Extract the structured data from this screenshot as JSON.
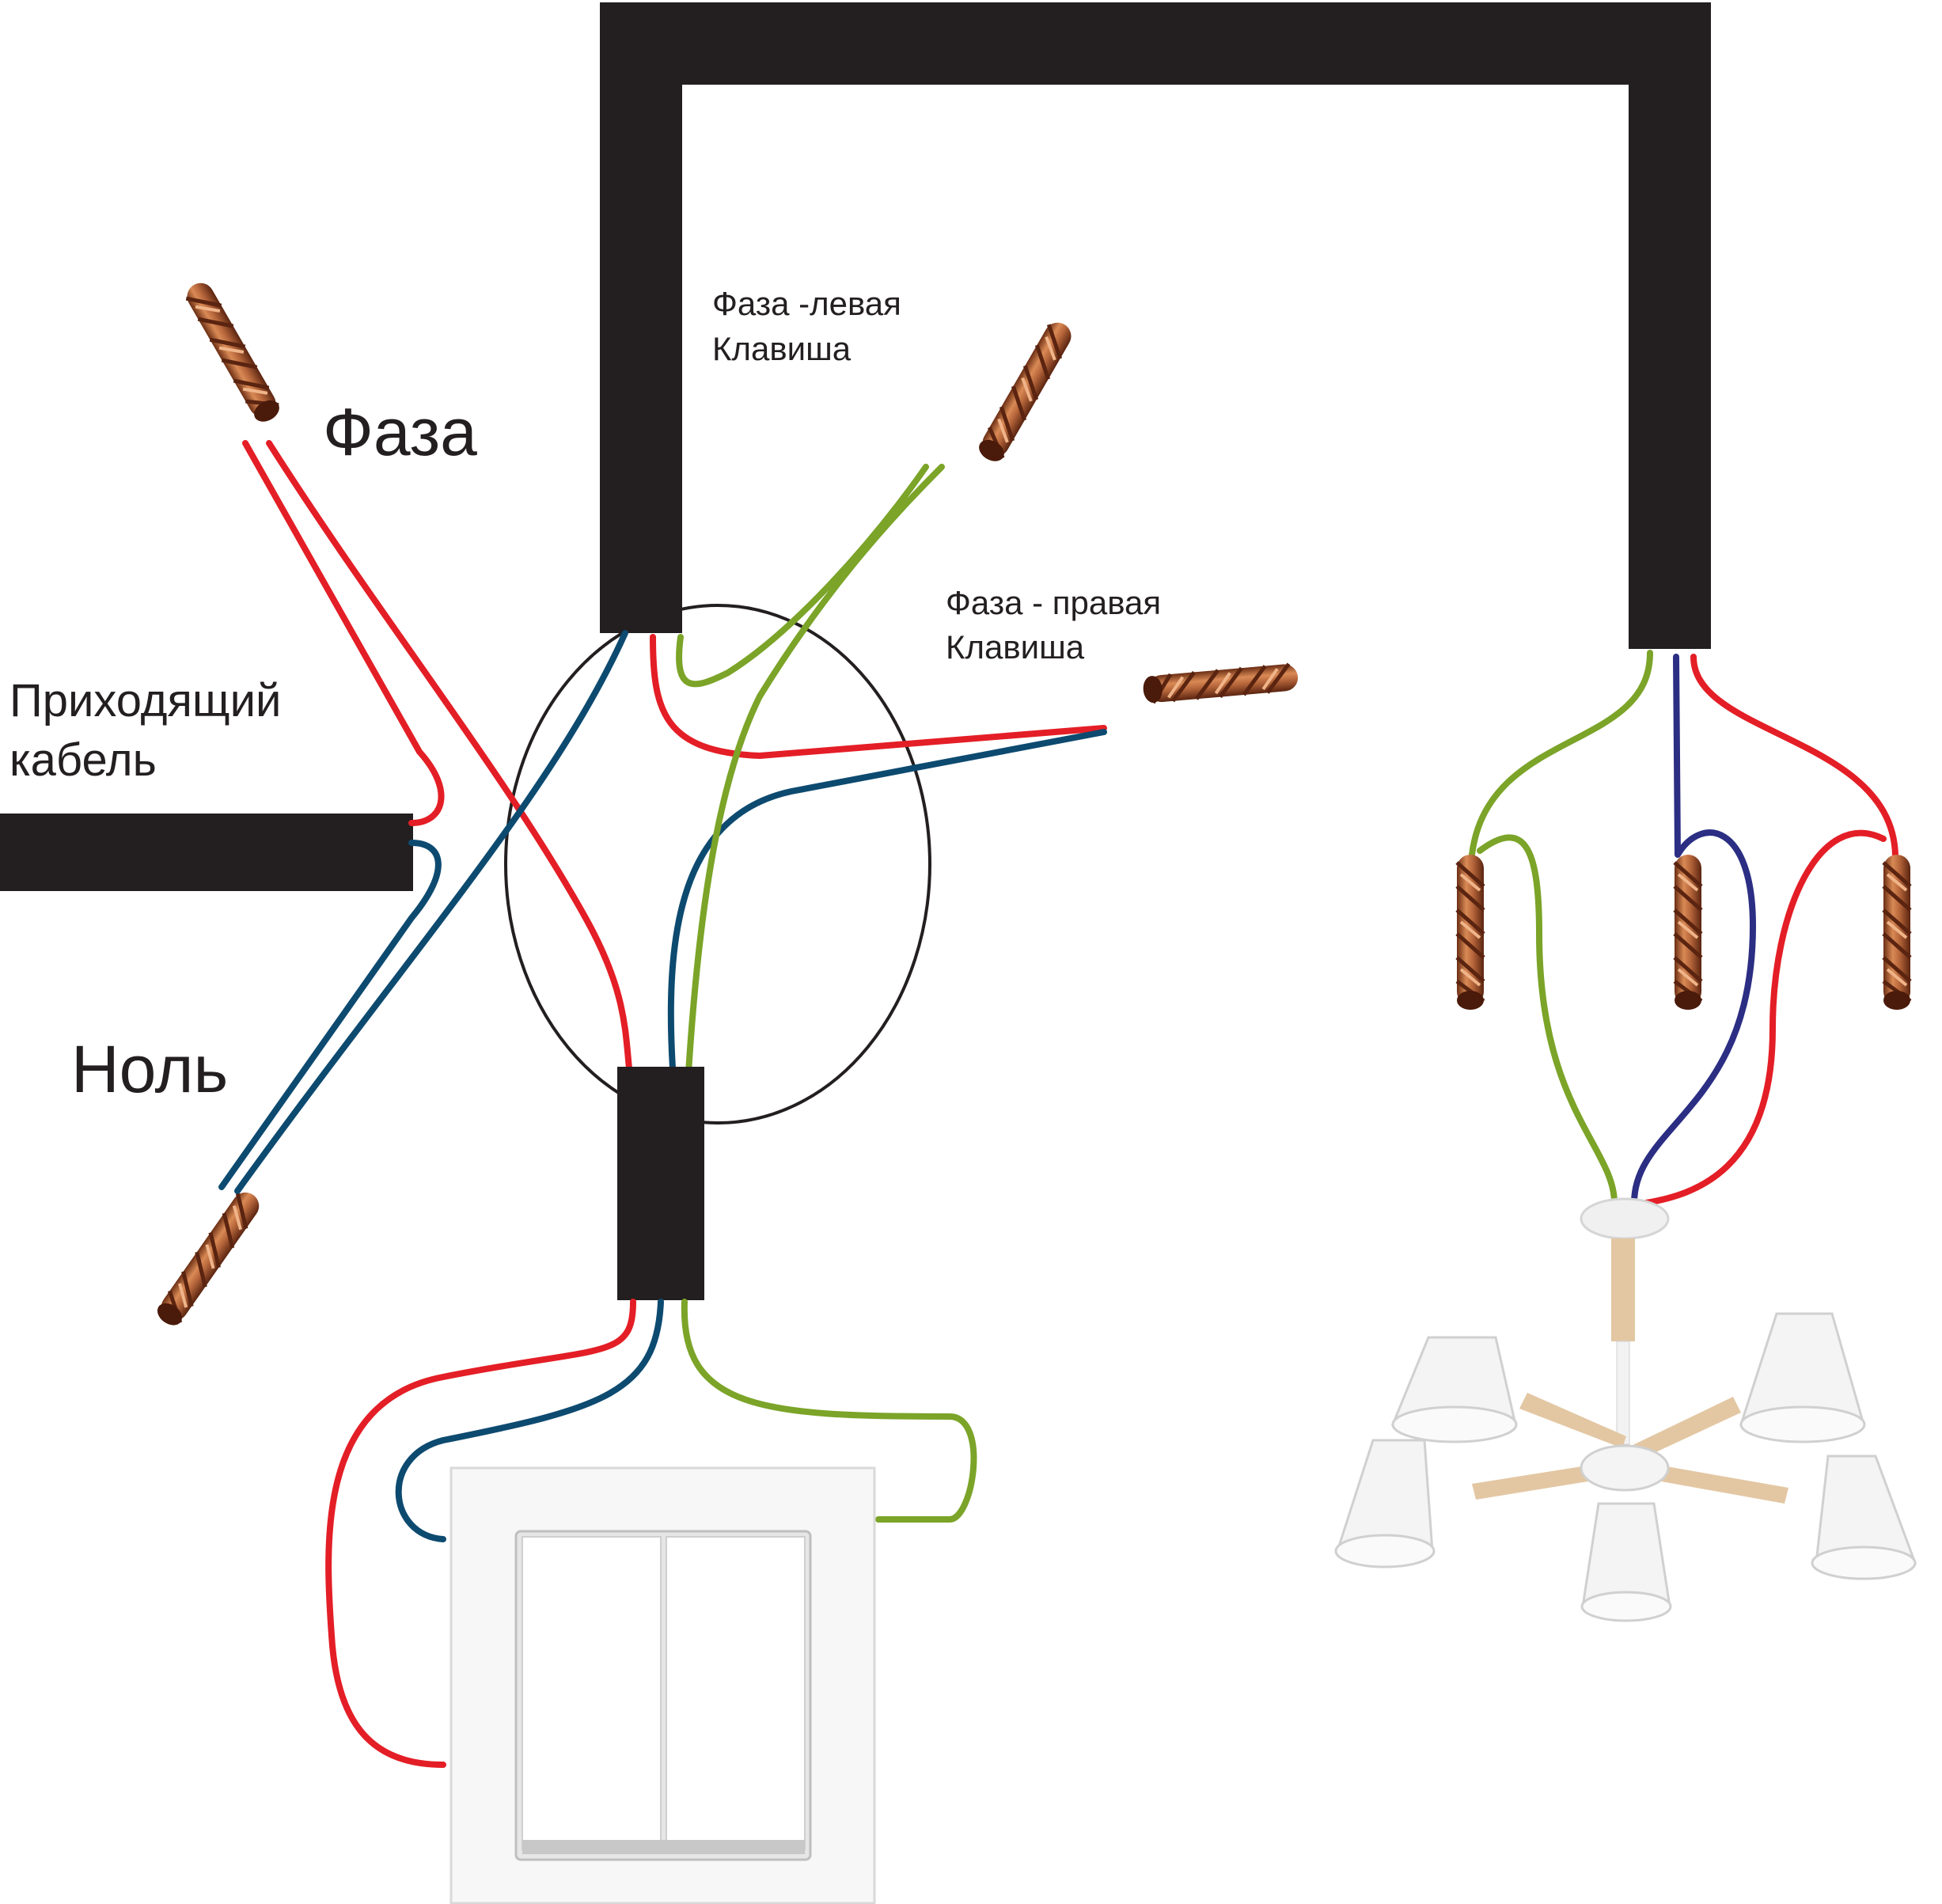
{
  "labels": {
    "faza": "Фаза",
    "nol": "Ноль",
    "incoming_line1": "Приходящий",
    "incoming_line2": "кабель",
    "left_key_line1": "Фаза -левая",
    "left_key_line2": "Клавиша",
    "right_key_line1": "Фаза - правая",
    "right_key_line2": "Клавиша"
  },
  "colors": {
    "phase": "#e41e26",
    "neutral": "#0d4a70",
    "neutral_lamp": "#2b2e83",
    "switched_phase": "#7ba428",
    "cable": "#231f20",
    "copper": "#b5653a",
    "copper_dark": "#6b2e14",
    "junction_box_outline": "#231f20"
  },
  "icons": {
    "switch": "double-rocker-switch-icon",
    "chandelier": "five-arm-chandelier-icon",
    "twist": "twisted-copper-wire-icon"
  }
}
